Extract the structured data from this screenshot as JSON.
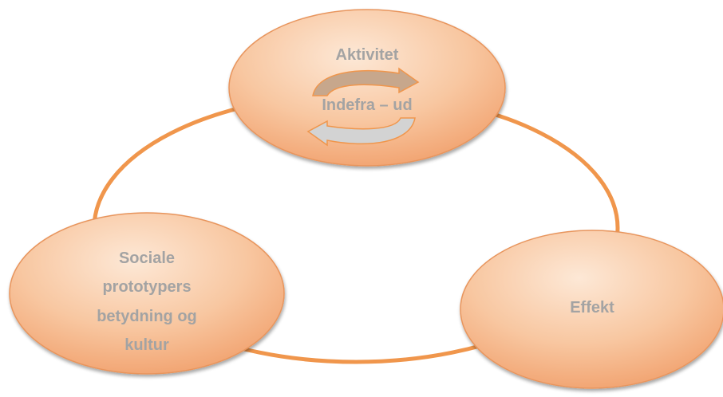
{
  "diagram": {
    "nodes": [
      {
        "id": "top",
        "lines": [
          "Aktivitet",
          "Indefra – ud"
        ]
      },
      {
        "id": "left",
        "lines": [
          "Sociale",
          "prototypers",
          "betydning og",
          "kultur"
        ]
      },
      {
        "id": "right",
        "lines": [
          "Effekt"
        ]
      }
    ],
    "colors": {
      "ring": "#f0964c",
      "node_fill_light": "#fde4cf",
      "node_fill_dark": "#f3a876",
      "text": "#a3a3a3",
      "arrow_top": "#c7a78c",
      "arrow_bottom": "#cfcfcf"
    }
  }
}
